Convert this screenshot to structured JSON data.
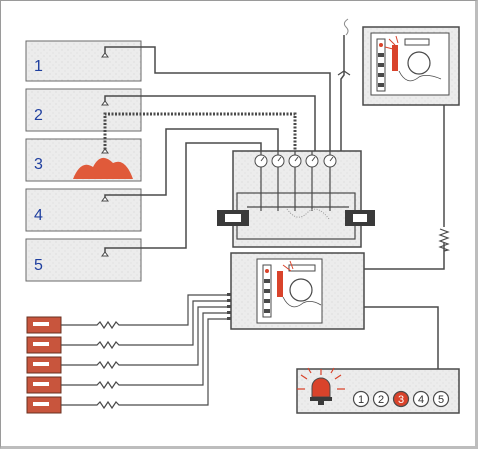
{
  "diagram": {
    "rooms": [
      {
        "label": "1",
        "on_fire": false
      },
      {
        "label": "2",
        "on_fire": false
      },
      {
        "label": "3",
        "on_fire": true
      },
      {
        "label": "4",
        "on_fire": false
      },
      {
        "label": "5",
        "on_fire": false
      }
    ],
    "alarm_buttons": [
      {
        "label": "1",
        "active": false
      },
      {
        "label": "2",
        "active": false
      },
      {
        "label": "3",
        "active": true
      },
      {
        "label": "4",
        "active": false
      },
      {
        "label": "5",
        "active": false
      }
    ],
    "colors": {
      "line": "#4a4a4a",
      "room_fill": "#ececec",
      "room_label": "#1f3f9f",
      "fire": "#e05a3a",
      "alarm_red": "#d9432b",
      "call_point": "#c8553d"
    }
  }
}
